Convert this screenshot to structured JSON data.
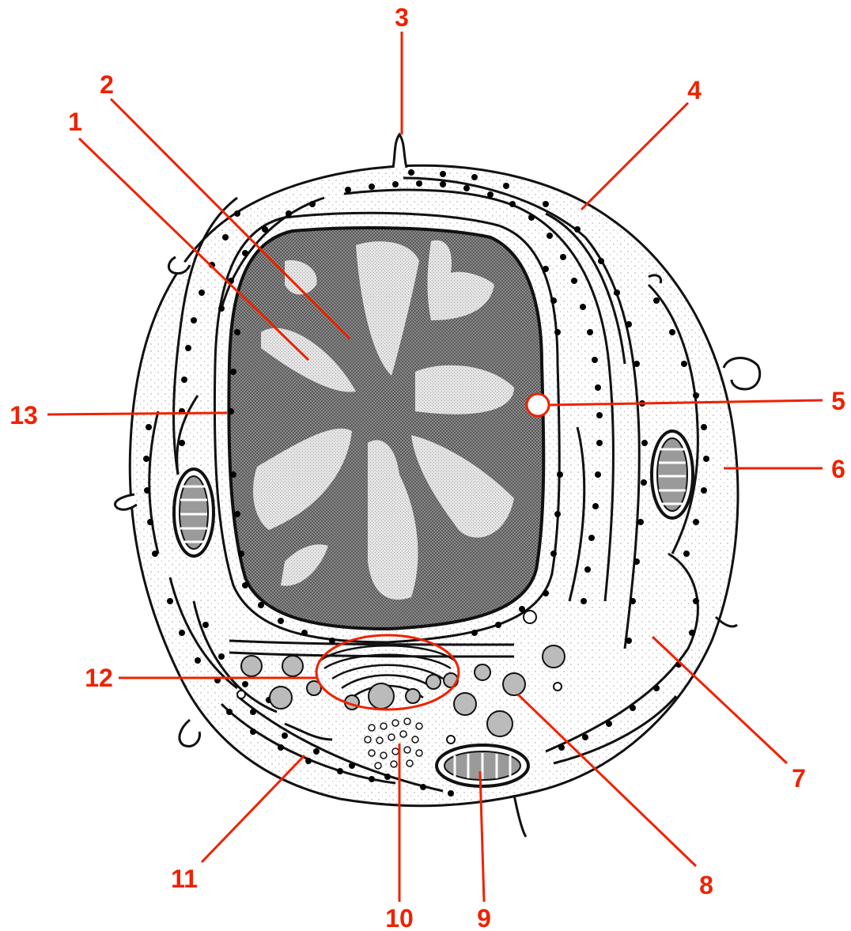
{
  "colors": {
    "label": "#ee2200",
    "outline": "#111111",
    "cytoplasm": "#e6e6e6",
    "nucleus": "#6e6e6e",
    "chromatin": "#d2d2d2",
    "organelle_fill": "#bbbbbb",
    "ribosome": "#000000"
  },
  "labels": [
    {
      "id": "1",
      "text": "1"
    },
    {
      "id": "2",
      "text": "2"
    },
    {
      "id": "3",
      "text": "3"
    },
    {
      "id": "4",
      "text": "4"
    },
    {
      "id": "5",
      "text": "5"
    },
    {
      "id": "6",
      "text": "6"
    },
    {
      "id": "7",
      "text": "7"
    },
    {
      "id": "8",
      "text": "8"
    },
    {
      "id": "9",
      "text": "9"
    },
    {
      "id": "10",
      "text": "10"
    },
    {
      "id": "11",
      "text": "11"
    },
    {
      "id": "12",
      "text": "12"
    },
    {
      "id": "13",
      "text": "13"
    }
  ]
}
